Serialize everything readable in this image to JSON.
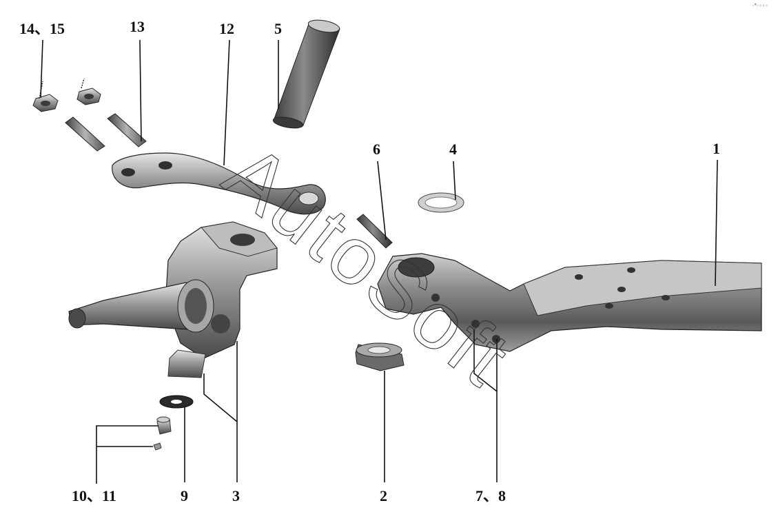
{
  "callouts": {
    "c14_15": "14、15",
    "c13": "13",
    "c12": "12",
    "c5": "5",
    "c6": "6",
    "c4": "4",
    "c1": "1",
    "c10_11": "10、11",
    "c9": "9",
    "c3": "3",
    "c2": "2",
    "c7_8": "7、8"
  },
  "watermark": "AutoSoft",
  "corner_mark": "·°·◦◦◦",
  "colors": {
    "metal_dark": "#5a5a5a",
    "metal_mid": "#8d8d8d",
    "metal_light": "#d9d9d9",
    "line": "#222222"
  }
}
